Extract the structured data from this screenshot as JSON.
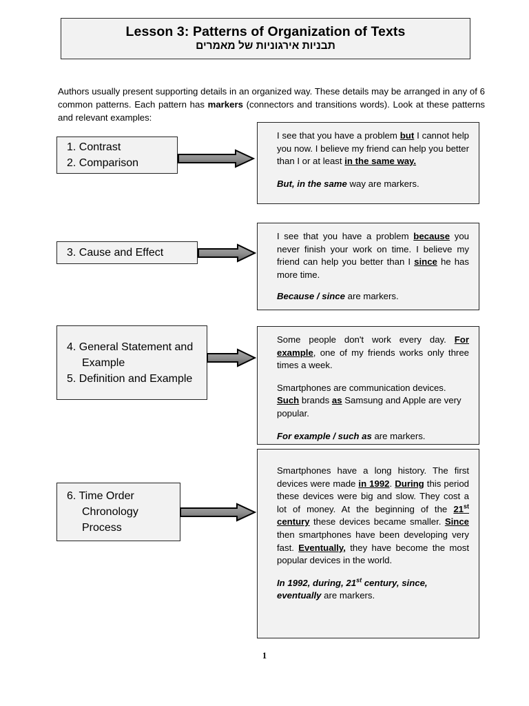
{
  "document": {
    "title_main": "Lesson 3: Patterns of Organization of Texts",
    "title_sub": "תבניות אירגוניות של מאמרים",
    "page_number": "1",
    "intro": {
      "part1": "Authors usually present supporting details in an organized way. These details may be arranged in any of 6 common patterns. Each pattern has ",
      "bold": "markers",
      "part2": " (connectors and transitions words). Look at these patterns and relevant examples:"
    }
  },
  "rows": [
    {
      "pattern": {
        "lines": [
          "1. Contrast",
          "2. Comparison"
        ]
      },
      "arrow": {
        "name": "right-arrow-1"
      },
      "example": {
        "paragraphs": [
          {
            "align": "justify",
            "runs": [
              {
                "text": "I see that you have a problem "
              },
              {
                "text": "but",
                "style": "bold-underline"
              },
              {
                "text": " I cannot help you now. I believe my friend can help you better than I or at least "
              },
              {
                "text": "in the same way.",
                "style": "bold-underline"
              }
            ]
          }
        ],
        "marker": {
          "emphasis": "But, in the same",
          "rest": " way are markers."
        }
      }
    },
    {
      "pattern": {
        "lines": [
          "3. Cause and Effect"
        ]
      },
      "arrow": {
        "name": "right-arrow-2"
      },
      "example": {
        "paragraphs": [
          {
            "align": "justify",
            "runs": [
              {
                "text": "I see that you have a problem "
              },
              {
                "text": "because",
                "style": "bold-underline"
              },
              {
                "text": " you never finish your work on time. I believe my friend can help you better than I "
              },
              {
                "text": "since",
                "style": "bold-underline"
              },
              {
                "text": " he has more time."
              }
            ]
          }
        ],
        "marker": {
          "emphasis": "Because / since",
          "rest": " are markers."
        }
      }
    },
    {
      "pattern": {
        "lines": [
          "4. General Statement and Example",
          "5. Definition and Example"
        ]
      },
      "arrow": {
        "name": "right-arrow-3"
      },
      "example": {
        "paragraphs": [
          {
            "align": "justify",
            "runs": [
              {
                "text": "Some people don't work every day. "
              },
              {
                "text": "For example",
                "style": "bold-underline"
              },
              {
                "text": ", one of my friends works only three times a week."
              }
            ]
          },
          {
            "align": "left",
            "runs": [
              {
                "text": "Smartphones are communication devices. "
              },
              {
                "text": "Such",
                "style": "bold-underline"
              },
              {
                "text": " brands "
              },
              {
                "text": "as",
                "style": "bold-underline"
              },
              {
                "text": " Samsung and Apple are very popular."
              }
            ]
          }
        ],
        "marker": {
          "emphasis": "For example / such as",
          "rest": " are markers."
        }
      }
    },
    {
      "pattern": {
        "lines": [
          "6. Time Order Chronology Process"
        ]
      },
      "arrow": {
        "name": "right-arrow-4"
      },
      "example": {
        "paragraphs": [
          {
            "align": "justify",
            "runs": [
              {
                "text": "Smartphones have a long history. The first devices were made "
              },
              {
                "text": "in 1992",
                "style": "bold-underline"
              },
              {
                "text": ". "
              },
              {
                "text": "During",
                "style": "bold-underline"
              },
              {
                "text": " this period these devices were big and slow. They cost a lot of money. At the beginning of the "
              },
              {
                "text": "21",
                "sup": "st",
                "style": "bold-underline"
              },
              {
                "text": " "
              },
              {
                "text": "century",
                "style": "bold-underline"
              },
              {
                "text": " these devices became smaller. "
              },
              {
                "text": "Since",
                "style": "bold-underline"
              },
              {
                "text": " then smartphones have been developing very fast. "
              },
              {
                "text": "Eventually,",
                "style": "bold-underline"
              },
              {
                "text": " they have become the most popular devices in the world."
              }
            ]
          }
        ],
        "marker": {
          "emphasis_runs": [
            {
              "text": "In 1992, during, "
            },
            {
              "text": "21",
              "sup": "st"
            },
            {
              "text": " century, since, eventually"
            }
          ],
          "rest": " are markers."
        }
      }
    }
  ],
  "colors": {
    "box_fill": "#f2f2f2",
    "box_border": "#222222",
    "arrow_fill_top": "#9a9a9a",
    "arrow_fill_bottom": "#6e6e6e",
    "arrow_outline": "#000000",
    "page_background": "#ffffff"
  }
}
